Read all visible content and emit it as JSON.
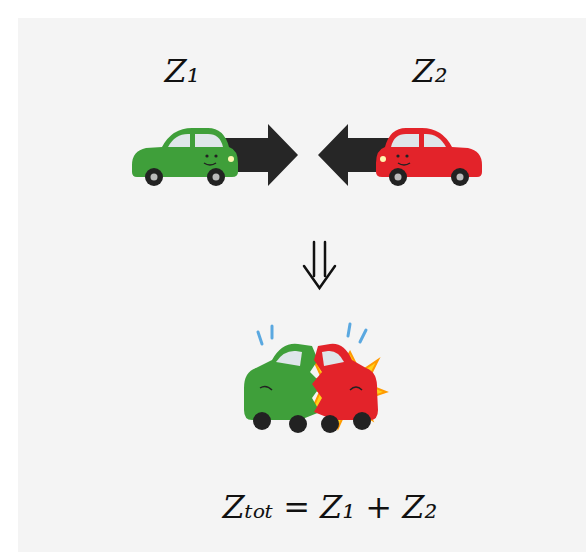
{
  "diagram": {
    "labels": [
      "Z₁",
      "Z₂",
      "Zₜₒₜ = Z₁ + Z₂"
    ]
  }
}
